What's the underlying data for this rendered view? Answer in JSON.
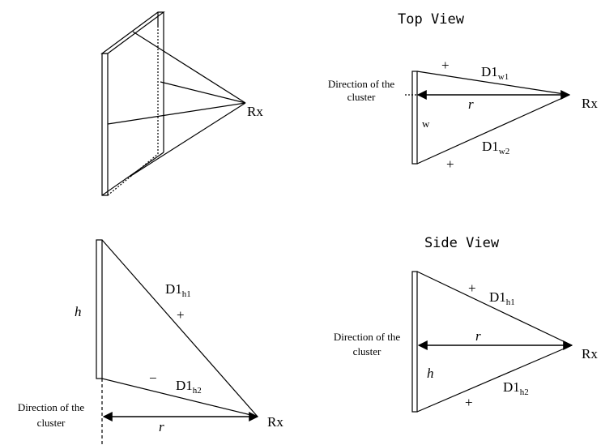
{
  "panels": {
    "perspective": {
      "rx": "Rx"
    },
    "top_view": {
      "title": "Top View",
      "rx": "Rx",
      "direction_line1": "Direction of the",
      "direction_line2": "cluster",
      "r": "r",
      "w": "w",
      "d_upper_main": "D1",
      "d_upper_sub": "w1",
      "d_lower_main": "D1",
      "d_lower_sub": "w2",
      "sign_upper": "+",
      "sign_lower": "+"
    },
    "side_left": {
      "h": "h",
      "rx": "Rx",
      "r": "r",
      "direction_line1": "Direction of the",
      "direction_line2": "cluster",
      "d_upper_main": "D1",
      "d_upper_sub": "h1",
      "d_lower_main": "D1",
      "d_lower_sub": "h2",
      "sign_upper": "+",
      "sign_lower": "−"
    },
    "side_view": {
      "title": "Side View",
      "rx": "Rx",
      "r": "r",
      "h": "h",
      "direction_line1": "Direction of the",
      "direction_line2": "cluster",
      "d_upper_main": "D1",
      "d_upper_sub": "h1",
      "d_lower_main": "D1",
      "d_lower_sub": "h2",
      "sign_upper": "+",
      "sign_lower": "+"
    }
  },
  "colors": {
    "stroke": "#000000",
    "background": "#ffffff"
  }
}
